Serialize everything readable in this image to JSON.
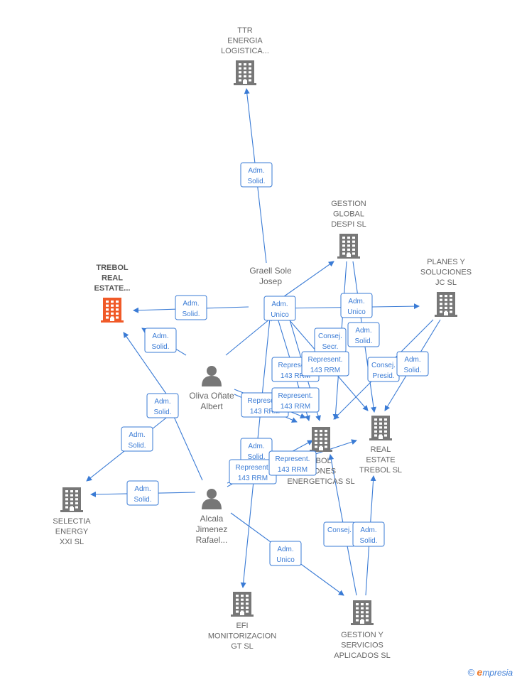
{
  "companies": [
    {
      "id": "ttr",
      "lines": [
        "TTR",
        "ENERGIA",
        "LOGISTICA..."
      ],
      "color": "#777777",
      "focus": false
    },
    {
      "id": "gestion-global",
      "lines": [
        "GESTION",
        "GLOBAL",
        "DESPI  SL"
      ],
      "color": "#777777",
      "focus": false
    },
    {
      "id": "planes",
      "lines": [
        "PLANES Y",
        "SOLUCIONES",
        "JC  SL"
      ],
      "color": "#777777",
      "focus": false
    },
    {
      "id": "trebol-estate",
      "lines": [
        "TREBOL",
        "REAL",
        "ESTATE..."
      ],
      "color": "#f05a28",
      "focus": true
    },
    {
      "id": "real-estate-trebol",
      "lines": [
        "REAL",
        "ESTATE",
        "TREBOL  SL"
      ],
      "color": "#777777",
      "focus": false
    },
    {
      "id": "trebol-soluciones",
      "lines": [
        "EBOL",
        "CIONES",
        "ENERGETICAS SL"
      ],
      "color": "#777777",
      "focus": false
    },
    {
      "id": "selectia",
      "lines": [
        "SELECTIA",
        "ENERGY",
        "XXI  SL"
      ],
      "color": "#777777",
      "focus": false
    },
    {
      "id": "efi",
      "lines": [
        "EFI",
        "MONITORIZACION",
        "GT  SL"
      ],
      "color": "#777777",
      "focus": false
    },
    {
      "id": "gestion-servicios",
      "lines": [
        "GESTION Y",
        "SERVICIOS",
        "APLICADOS  SL"
      ],
      "color": "#777777",
      "focus": false
    }
  ],
  "persons": [
    {
      "id": "graell",
      "lines": [
        "Graell Sole",
        "Josep"
      ]
    },
    {
      "id": "oliva",
      "lines": [
        "Oliva Oñate",
        "Albert"
      ]
    },
    {
      "id": "alcala",
      "lines": [
        "Alcala",
        "Jimenez",
        "Rafael..."
      ]
    }
  ],
  "edge_labels": [
    {
      "id": "e1",
      "lines": [
        "Adm.",
        "Solid."
      ]
    },
    {
      "id": "e2",
      "lines": [
        "Adm.",
        "Solid."
      ]
    },
    {
      "id": "e3",
      "lines": [
        "Adm.",
        "Unico"
      ]
    },
    {
      "id": "e4",
      "lines": [
        "Adm.",
        "Unico"
      ]
    },
    {
      "id": "e5",
      "lines": [
        "Adm.",
        "Solid."
      ]
    },
    {
      "id": "e6",
      "lines": [
        "Consej.",
        "Secr."
      ]
    },
    {
      "id": "e7",
      "lines": [
        "Adm.",
        "Solid."
      ]
    },
    {
      "id": "e8",
      "lines": [
        "Represent.",
        "143 RRM"
      ]
    },
    {
      "id": "e9",
      "lines": [
        "Represent.",
        "143 RRM"
      ]
    },
    {
      "id": "e10",
      "lines": [
        "Consej.",
        "Presid."
      ]
    },
    {
      "id": "e11",
      "lines": [
        "Adm.",
        "Solid."
      ]
    },
    {
      "id": "e12",
      "lines": [
        "Adm.",
        "Solid."
      ]
    },
    {
      "id": "e13",
      "lines": [
        "Represent.",
        "143 RRM"
      ]
    },
    {
      "id": "e14",
      "lines": [
        "Represent.",
        "143 RRM"
      ]
    },
    {
      "id": "e15",
      "lines": [
        "Adm.",
        "Solid."
      ]
    },
    {
      "id": "e16",
      "lines": [
        "Adm.",
        "Solid."
      ]
    },
    {
      "id": "e17",
      "lines": [
        "Represent.",
        "143 RRM"
      ]
    },
    {
      "id": "e18",
      "lines": [
        "Represent.",
        "143 RRM"
      ]
    },
    {
      "id": "e19",
      "lines": [
        "Adm.",
        "Solid."
      ]
    },
    {
      "id": "e20",
      "lines": [
        "Adm.",
        "Unico"
      ]
    },
    {
      "id": "e21",
      "lines": [
        "Consej.",
        ""
      ]
    },
    {
      "id": "e22",
      "lines": [
        "Adm.",
        "Solid."
      ]
    }
  ],
  "brand": {
    "copyright": "©",
    "initial": "e",
    "rest": "mpresia"
  },
  "colors": {
    "edge": "#3a7bd5",
    "building": "#777777",
    "focus_building": "#f05a28",
    "person": "#777777"
  }
}
